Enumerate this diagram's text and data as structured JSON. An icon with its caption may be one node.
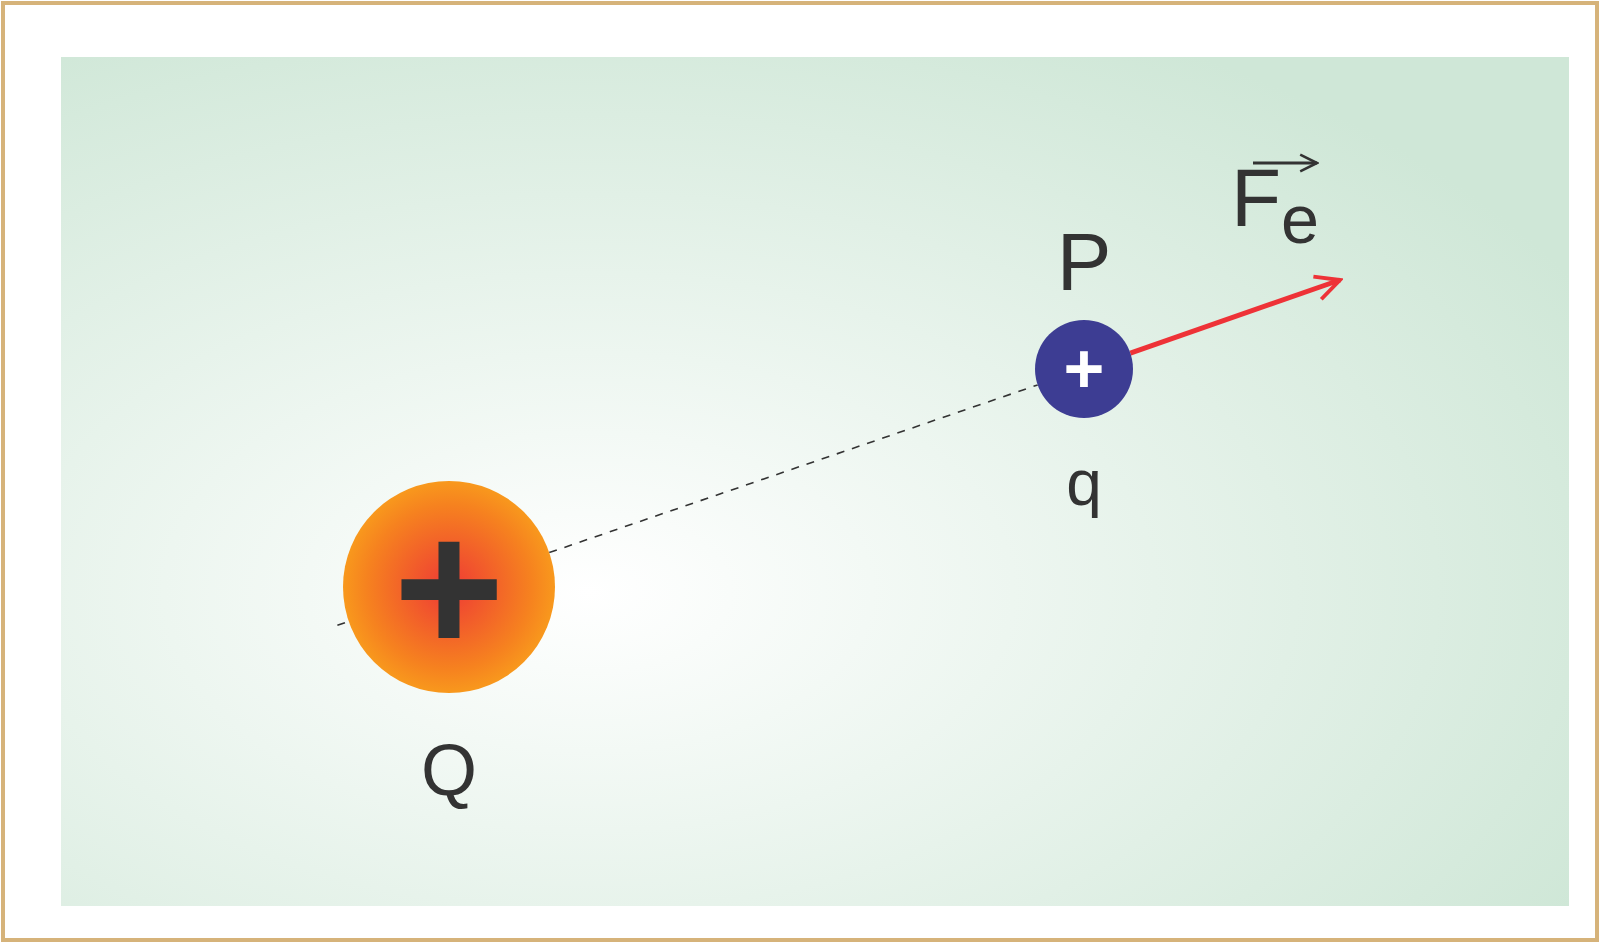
{
  "diagram": {
    "nodes": [
      {
        "text": [
          "+"
        ],
        "beside": [
          "Q"
        ]
      },
      {
        "text": [
          "+"
        ],
        "beside": [
          "P",
          "q"
        ]
      }
    ],
    "edges": [
      {
        "from": 0,
        "to": 1,
        "arrow": "none",
        "style": "dashed"
      }
    ],
    "labels": [
      "F$_{e}$"
    ]
  }
}
